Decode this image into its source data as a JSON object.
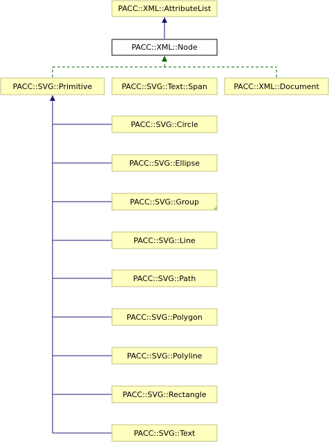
{
  "nodes": {
    "attribute_list": "PACC::XML::AttributeList",
    "node": "PACC::XML::Node",
    "primitive": "PACC::SVG::Primitive",
    "text_span": "PACC::SVG::Text::Span",
    "document": "PACC::XML::Document",
    "circle": "PACC::SVG::Circle",
    "ellipse": "PACC::SVG::Ellipse",
    "group": "PACC::SVG::Group",
    "line": "PACC::SVG::Line",
    "path": "PACC::SVG::Path",
    "polygon": "PACC::SVG::Polygon",
    "polyline": "PACC::SVG::Polyline",
    "rectangle": "PACC::SVG::Rectangle",
    "text": "PACC::SVG::Text"
  },
  "colors": {
    "node_fill": "#ffffc0",
    "node_border": "#bfbf7f",
    "public_inheritance": "#191970",
    "protected_inheritance": "#006400"
  }
}
